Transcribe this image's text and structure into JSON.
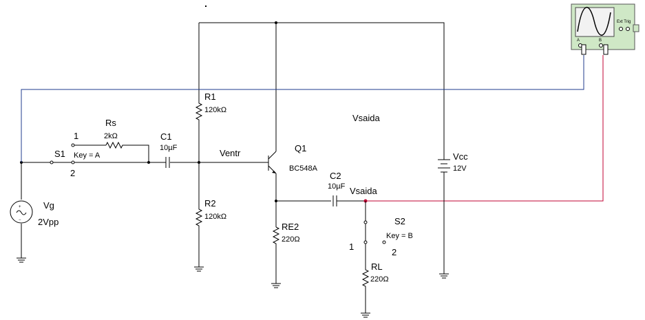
{
  "components": {
    "rs": {
      "name": "Rs",
      "value": "2kΩ"
    },
    "s1": {
      "name": "S1",
      "key": "Key = A",
      "pos1": "1",
      "pos2": "2"
    },
    "c1": {
      "name": "C1",
      "value": "10µF"
    },
    "r1": {
      "name": "R1",
      "value": "120kΩ"
    },
    "r2": {
      "name": "R2",
      "value": "120kΩ"
    },
    "q1": {
      "name": "Q1",
      "model": "BC548A"
    },
    "c2": {
      "name": "C2",
      "value": "10µF"
    },
    "re2": {
      "name": "RE2",
      "value": "220Ω"
    },
    "rl": {
      "name": "RL",
      "value": "220Ω"
    },
    "s2": {
      "name": "S2",
      "key": "Key = B",
      "pos1": "1",
      "pos2": "2"
    },
    "vcc": {
      "name": "Vcc",
      "value": "12V"
    },
    "vg": {
      "name": "Vg",
      "value": "2Vpp"
    }
  },
  "nets": {
    "ventr": "Ventr",
    "vsaida_output": "Vsaida",
    "vsaida_label": "Vsaida"
  },
  "oscilloscope": {
    "ext_trig": "Ext Trig",
    "channel_a": "A",
    "channel_b": "B"
  },
  "colors": {
    "wire": "#000000",
    "channel_a_wire": "#1f3b8c",
    "channel_b_wire": "#c00033",
    "scope_body": "#cfe8c6",
    "scope_screen": "#f2f2f2"
  }
}
